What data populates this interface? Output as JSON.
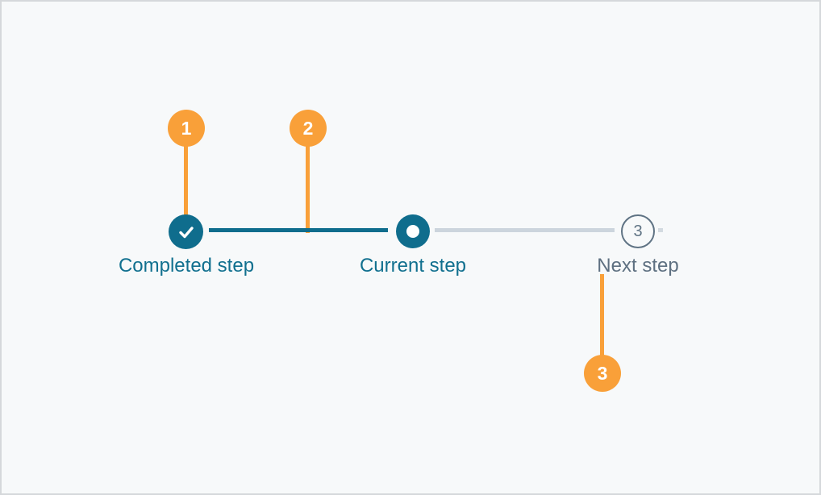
{
  "diagram": {
    "description": "Stepper component states illustration",
    "colors": {
      "background": "#f7f9fa",
      "frame_border": "#d5d8db",
      "teal": "#0f6d8d",
      "teal_label": "#11708f",
      "slate": "#5f7384",
      "slate_label": "#5e7081",
      "track_gray": "#ccd5dd",
      "callout_orange": "#f9a039",
      "white": "#ffffff"
    }
  },
  "stepper": {
    "steps": [
      {
        "state": "completed",
        "label": "Completed step",
        "icon": "checkmark-icon"
      },
      {
        "state": "current",
        "label": "Current step",
        "icon": "dot-indicator"
      },
      {
        "state": "next",
        "label": "Next step",
        "number": "3"
      }
    ]
  },
  "callouts": [
    {
      "number": "1",
      "points_to": "completed step indicator"
    },
    {
      "number": "2",
      "points_to": "completed connector line"
    },
    {
      "number": "3",
      "points_to": "next step label"
    }
  ]
}
